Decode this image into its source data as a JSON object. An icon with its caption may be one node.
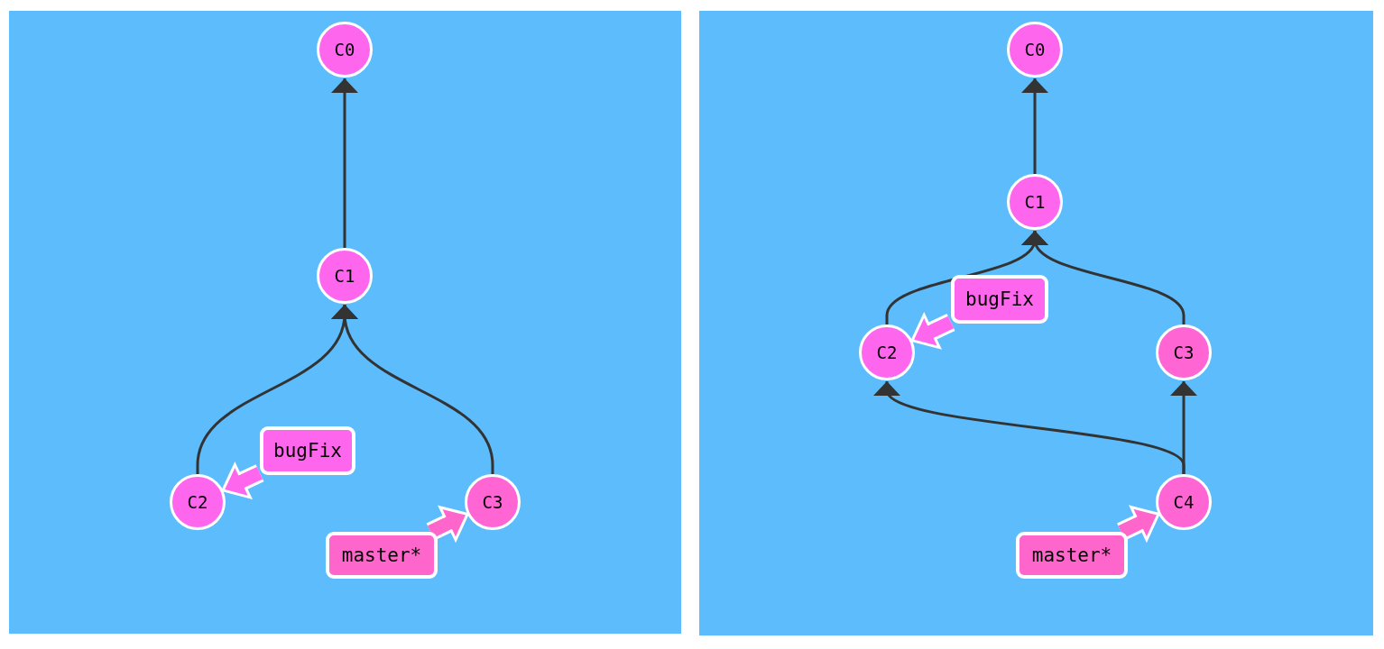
{
  "diagram": {
    "nodes": [
      {
        "text": [],
        "shape": "box"
      },
      {
        "text": [
          "C0"
        ],
        "in": 0
      },
      {
        "text": [
          "C1"
        ],
        "in": 0
      },
      {
        "text": [
          "C2"
        ],
        "in": 0
      },
      {
        "text": [
          "C3"
        ],
        "in": 0
      },
      {
        "text": [
          "bugFix"
        ],
        "in": 0
      },
      {
        "text": [
          "master*"
        ],
        "in": 0
      },
      {
        "text": [],
        "shape": "box"
      },
      {
        "text": [
          "C0"
        ],
        "in": 7
      },
      {
        "text": [
          "C1"
        ],
        "in": 7
      },
      {
        "text": [
          "C2"
        ],
        "in": 7
      },
      {
        "text": [
          "C3"
        ],
        "in": 7
      },
      {
        "text": [
          "C4"
        ],
        "in": 7
      },
      {
        "text": [
          "bugFix"
        ],
        "in": 7
      },
      {
        "text": [
          "master*"
        ],
        "in": 7
      }
    ],
    "edges": [
      {
        "from": 2,
        "to": 1,
        "arrow": "to"
      },
      {
        "from": 3,
        "to": 2,
        "arrow": "to"
      },
      {
        "from": 4,
        "to": 2,
        "arrow": "to"
      },
      {
        "from": 5,
        "to": 3,
        "arrow": "to",
        "style": "thick",
        "color": "#ff66ee"
      },
      {
        "from": 6,
        "to": 4,
        "arrow": "to",
        "style": "thick",
        "color": "#ff66cc"
      },
      {
        "from": 9,
        "to": 8,
        "arrow": "to"
      },
      {
        "from": 10,
        "to": 9,
        "arrow": "to"
      },
      {
        "from": 11,
        "to": 9,
        "arrow": "to"
      },
      {
        "from": 12,
        "to": 10,
        "arrow": "to"
      },
      {
        "from": 12,
        "to": 11,
        "arrow": "to"
      },
      {
        "from": 13,
        "to": 10,
        "arrow": "to",
        "style": "thick",
        "color": "#ff66ee"
      },
      {
        "from": 14,
        "to": 12,
        "arrow": "to",
        "style": "thick",
        "color": "#ff66cc"
      }
    ]
  }
}
